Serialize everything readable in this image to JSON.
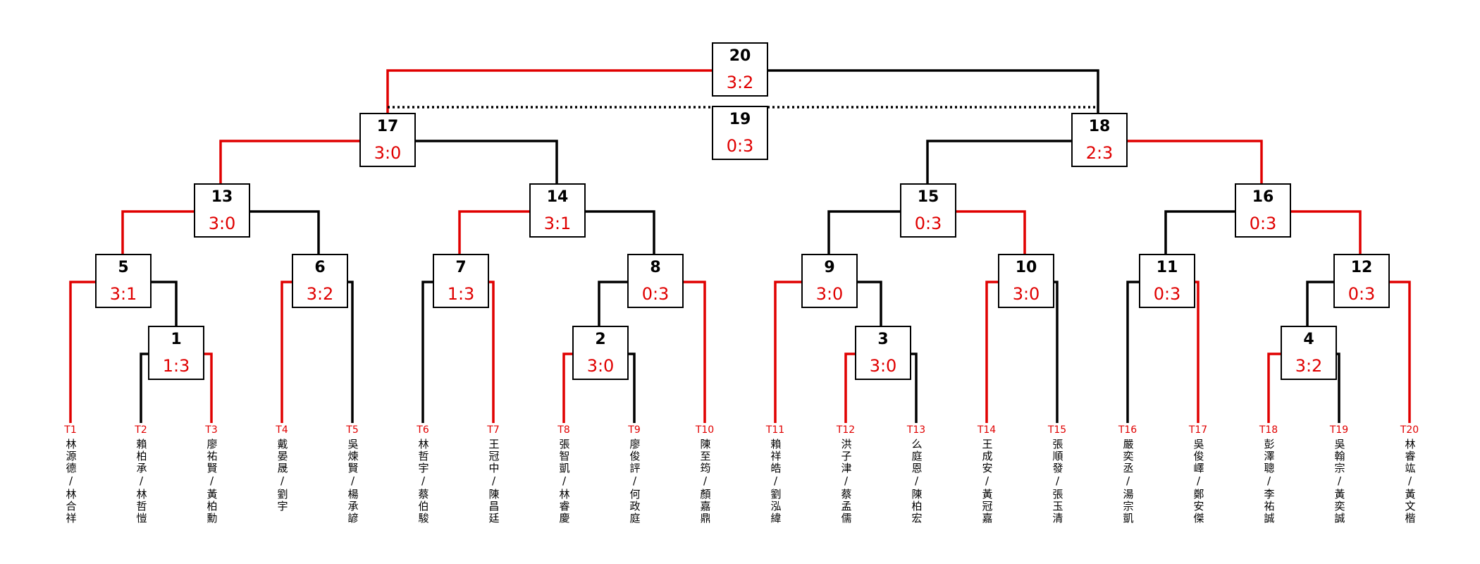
{
  "colors": {
    "winner": "#e00000",
    "line": "#000000"
  },
  "matches": [
    {
      "id": "1",
      "score": "1:3"
    },
    {
      "id": "2",
      "score": "3:0"
    },
    {
      "id": "3",
      "score": "3:0"
    },
    {
      "id": "4",
      "score": "3:2"
    },
    {
      "id": "5",
      "score": "3:1"
    },
    {
      "id": "6",
      "score": "3:2"
    },
    {
      "id": "7",
      "score": "1:3"
    },
    {
      "id": "8",
      "score": "0:3"
    },
    {
      "id": "9",
      "score": "3:0"
    },
    {
      "id": "10",
      "score": "3:0"
    },
    {
      "id": "11",
      "score": "0:3"
    },
    {
      "id": "12",
      "score": "0:3"
    },
    {
      "id": "13",
      "score": "3:0"
    },
    {
      "id": "14",
      "score": "3:1"
    },
    {
      "id": "15",
      "score": "0:3"
    },
    {
      "id": "16",
      "score": "0:3"
    },
    {
      "id": "17",
      "score": "3:0"
    },
    {
      "id": "18",
      "score": "2:3"
    },
    {
      "id": "19",
      "score": "0:3"
    },
    {
      "id": "20",
      "score": "3:2"
    }
  ],
  "teams": [
    {
      "id": "T1",
      "names": "林源德/林合祥"
    },
    {
      "id": "T2",
      "names": "賴柏承/林哲愷"
    },
    {
      "id": "T3",
      "names": "廖祐賢/黃柏勳"
    },
    {
      "id": "T4",
      "names": "戴晏晟/劉宇"
    },
    {
      "id": "T5",
      "names": "吳煉賢/楊承諺"
    },
    {
      "id": "T6",
      "names": "林哲宇/蔡伯駿"
    },
    {
      "id": "T7",
      "names": "王冠中/陳昌廷"
    },
    {
      "id": "T8",
      "names": "張智凱/林睿慶"
    },
    {
      "id": "T9",
      "names": "廖俊評/何政庭"
    },
    {
      "id": "T10",
      "names": "陳至筠/顏嘉鼎"
    },
    {
      "id": "T11",
      "names": "賴祥皓/劉泓緯"
    },
    {
      "id": "T12",
      "names": "洪子津/蔡孟儒"
    },
    {
      "id": "T13",
      "names": "么庭恩/陳柏宏"
    },
    {
      "id": "T14",
      "names": "王成安/黃冠嘉"
    },
    {
      "id": "T15",
      "names": "張順發/張玉清"
    },
    {
      "id": "T16",
      "names": "嚴奕丞/湯宗凱"
    },
    {
      "id": "T17",
      "names": "吳俊嶧/鄭安傑"
    },
    {
      "id": "T18",
      "names": "彭澤聰/李祐誠"
    },
    {
      "id": "T19",
      "names": "吳翰宗/黃奕誠"
    },
    {
      "id": "T20",
      "names": "林睿竑/黃文楷"
    }
  ]
}
